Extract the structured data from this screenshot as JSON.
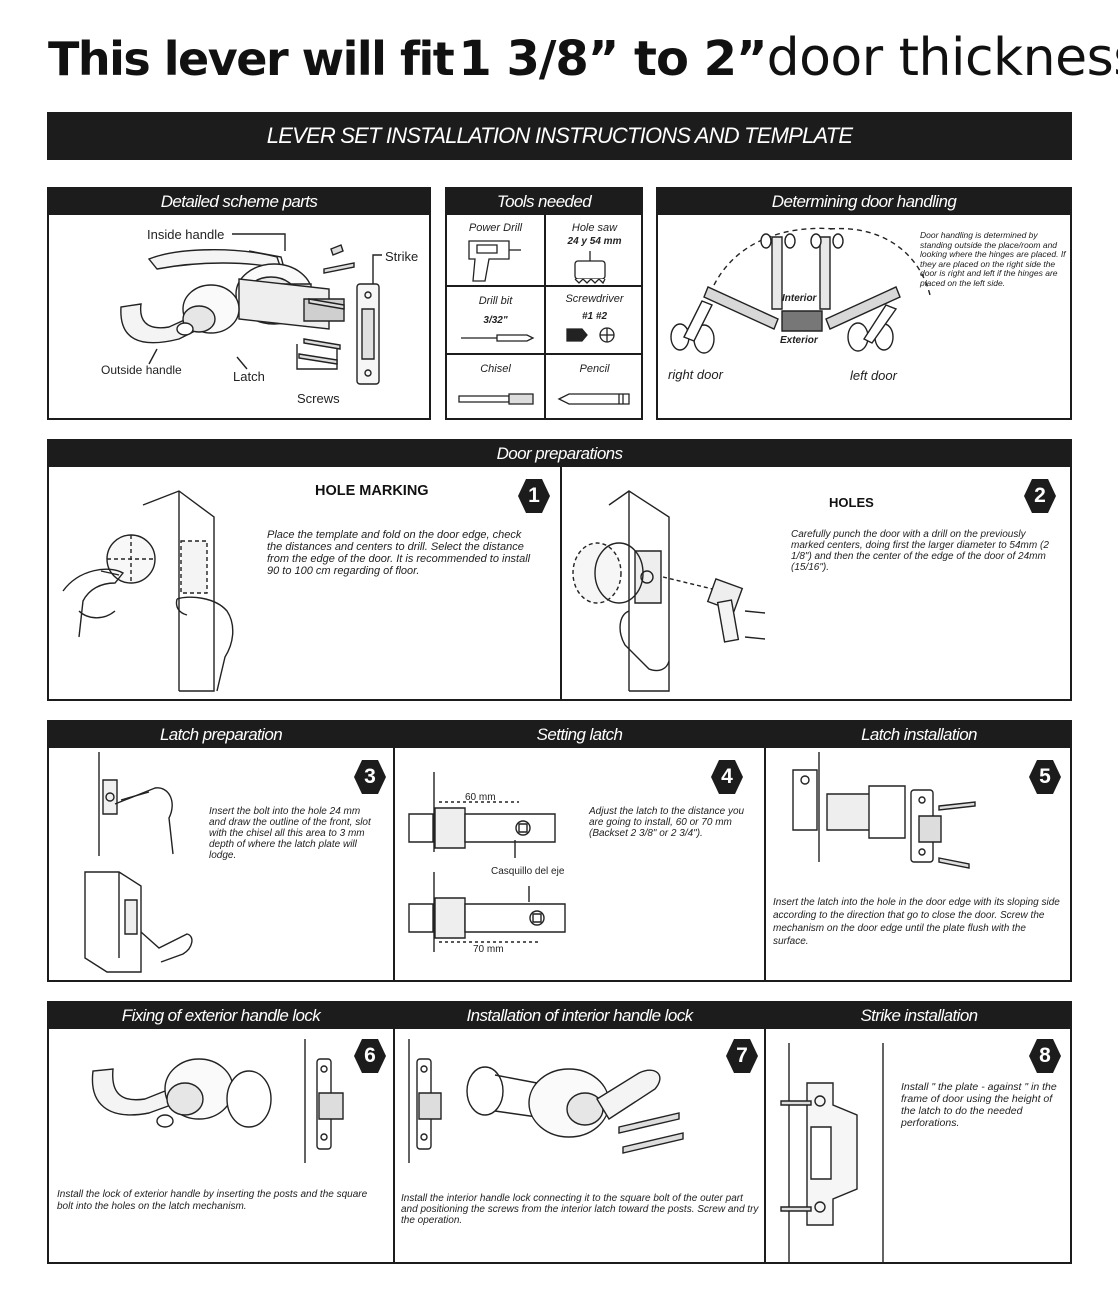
{
  "headline": {
    "part1": "This lever will fit",
    "part2": "1 3/8” to 2”",
    "part3": "door thickness"
  },
  "banner": "LEVER SET INSTALLATION INSTRUCTIONS AND TEMPLATE",
  "parts": {
    "title": "Detailed scheme parts",
    "inside_handle": "Inside handle",
    "strike": "Strike",
    "outside_handle": "Outside handle",
    "latch": "Latch",
    "screws": "Screws"
  },
  "tools": {
    "title": "Tools needed",
    "items": [
      {
        "label": "Power Drill",
        "detail": ""
      },
      {
        "label": "Hole saw",
        "detail": "24 y 54 mm"
      },
      {
        "label": "Drill bit",
        "detail": "3/32\""
      },
      {
        "label": "Screwdriver",
        "detail": "#1 #2"
      },
      {
        "label": "Chisel",
        "detail": ""
      },
      {
        "label": "Pencil",
        "detail": ""
      }
    ]
  },
  "handling": {
    "title": "Determining door handling",
    "note": "Door handling is determined by standing outside the place/room and looking where the hinges are placed. If they are placed on the right side the door is right and left if the hinges are placed on the left side.",
    "interior": "Interior",
    "exterior": "Exterior",
    "right_door": "right door",
    "left_door": "left door"
  },
  "prep": {
    "title": "Door preparations",
    "step1": {
      "number": "1",
      "title": "HOLE MARKING",
      "text": "Place the template and fold on the door edge, check the distances and centers to drill. Select the distance from the edge of the door. It is recommended to install 90 to 100 cm regarding of floor."
    },
    "step2": {
      "number": "2",
      "title": "HOLES",
      "text": "Carefully punch the door with a drill on the previously marked centers, doing first the larger diameter to 54mm (2 1/8\") and then the center of the edge of the door of 24mm (15/16\")."
    }
  },
  "steps": {
    "s3": {
      "title": "Latch preparation",
      "number": "3",
      "text": "Insert the bolt into the hole 24 mm and draw the outline of the front, slot with the chisel all this area to 3 mm depth of where the latch plate will lodge."
    },
    "s4": {
      "title": "Setting latch",
      "number": "4",
      "text": "Adjust the latch to the distance you are going to install, 60 or 70 mm (Backset 2 3/8\" or 2 3/4\").",
      "dim1": "60 mm",
      "axis": "Casquillo del eje",
      "dim2": "70 mm"
    },
    "s5": {
      "title": "Latch installation",
      "number": "5",
      "text": "Insert the latch into the hole in the door edge with its sloping side according to the direction that go to close the door. Screw the mechanism on the door edge until the plate flush with the surface."
    },
    "s6": {
      "title": "Fixing of exterior handle lock",
      "number": "6",
      "text": "Install the lock of exterior handle by inserting the posts and the square bolt into the holes on the latch mechanism."
    },
    "s7": {
      "title": "Installation of interior handle lock",
      "number": "7",
      "text": "Install the interior handle lock connecting it to the square bolt of the outer part and positioning the screws from the interior latch toward the posts. Screw and try the operation."
    },
    "s8": {
      "title": "Strike installation",
      "number": "8",
      "text": "Install \" the plate - against \" in the frame of door using the height of the latch to do the needed perforations."
    }
  }
}
